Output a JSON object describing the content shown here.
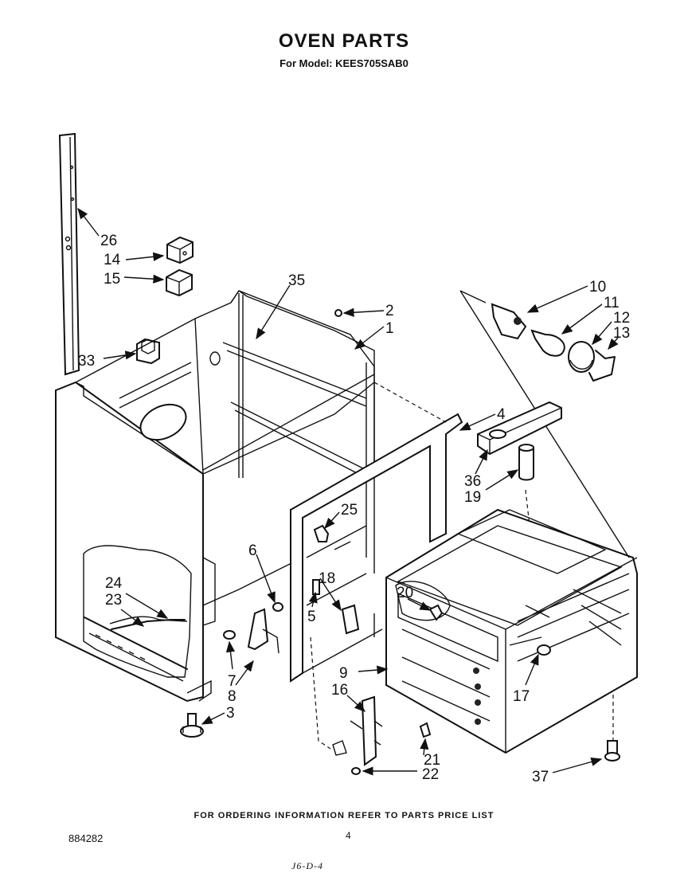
{
  "header": {
    "title": "OVEN PARTS",
    "model_line": "For Model: KEES705SAB0"
  },
  "footer": {
    "ordering_note": "FOR ORDERING INFORMATION REFER TO PARTS PRICE LIST",
    "page_number": "4",
    "part_number": "884282",
    "handwritten_note": "J6-D-4"
  },
  "callouts": {
    "c1": "1",
    "c2": "2",
    "c3": "3",
    "c4": "4",
    "c5": "5",
    "c6": "6",
    "c7": "7",
    "c8": "8",
    "c9": "9",
    "c10": "10",
    "c11": "11",
    "c12": "12",
    "c13": "13",
    "c14": "14",
    "c15": "15",
    "c16": "16",
    "c17": "17",
    "c18": "18",
    "c19": "19",
    "c20": "20",
    "c21": "21",
    "c22": "22",
    "c23": "23",
    "c24": "24",
    "c25": "25",
    "c26": "26",
    "c33": "33",
    "c35": "35",
    "c36": "36",
    "c37": "37"
  }
}
